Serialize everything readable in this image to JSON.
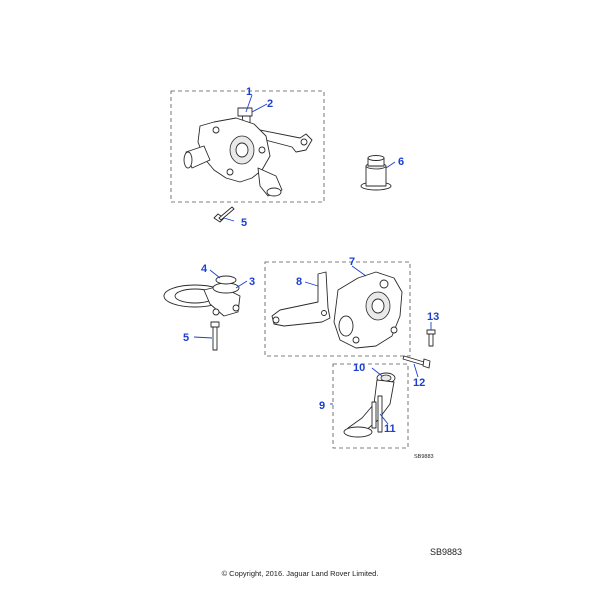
{
  "callouts": {
    "c1": "1",
    "c2": "2",
    "c3": "3",
    "c4": "4",
    "c5a": "5",
    "c5b": "5",
    "c6": "6",
    "c7": "7",
    "c8": "8",
    "c9": "9",
    "c10": "10",
    "c11": "11",
    "c12": "12",
    "c13": "13"
  },
  "diagram_ref_small": "SB9883",
  "diagram_ref": "SB9883",
  "copyright": "© Copyright, 2016. Jaguar Land Rover Limited.",
  "colors": {
    "callout": "#1c3fd1",
    "line": "#2a2a2a"
  }
}
